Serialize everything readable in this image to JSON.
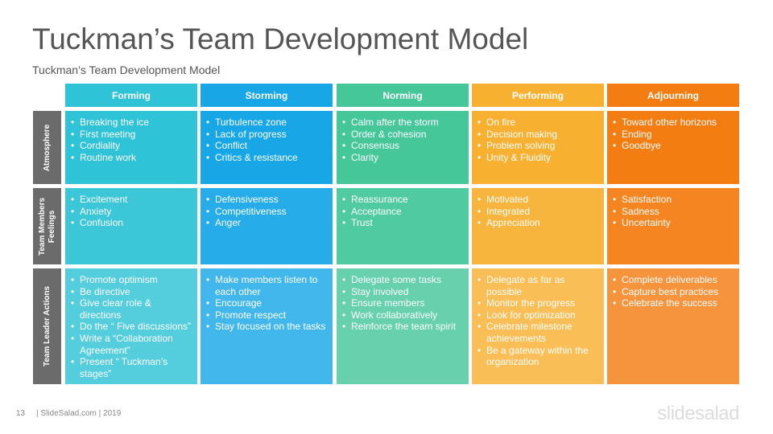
{
  "title": "Tuckman’s Team Development Model",
  "subtitle": "Tuckman’s Team Development Model",
  "columns": [
    {
      "label": "Forming",
      "color": "#2ec3d6"
    },
    {
      "label": "Storming",
      "color": "#18a7e6"
    },
    {
      "label": "Norming",
      "color": "#45c79a"
    },
    {
      "label": "Performing",
      "color": "#f8b031"
    },
    {
      "label": "Adjourning",
      "color": "#f47d12"
    }
  ],
  "rows": [
    {
      "label": "Atmosphere"
    },
    {
      "label_line1": "Team Members",
      "label_line2": "Feelings"
    },
    {
      "label": "Team Leader Actions"
    }
  ],
  "cells": [
    [
      [
        "Breaking the ice",
        "First meeting",
        "Cordiality",
        "Routine work"
      ],
      [
        "Turbulence zone",
        "Lack of progress",
        "Conflict",
        "Critics & resistance"
      ],
      [
        "Calm after the storm",
        "Order & cohesion",
        "Consensus",
        "Clarity"
      ],
      [
        "On fire",
        "Decision making",
        "Problem solving",
        "Unity & Fluidity"
      ],
      [
        "Toward other horizons",
        "Ending",
        "Goodbye"
      ]
    ],
    [
      [
        "Excitement",
        "Anxiety",
        "Confusion"
      ],
      [
        "Defensiveness",
        "Competitiveness",
        "Anger"
      ],
      [
        "Reassurance",
        "Acceptance",
        "Trust"
      ],
      [
        "Motivated",
        "Integrated",
        "Appreciation"
      ],
      [
        "Satisfaction",
        "Sadness",
        "Uncertainty"
      ]
    ],
    [
      [
        "Promote optimism",
        "Be directive",
        "Give clear role & directions",
        "Do the “ Five discussions”",
        "Write a “Collaboration Agreement”",
        "Present “ Tuckman’s stages”"
      ],
      [
        "Make members  listen to each other",
        "Encourage",
        "Promote respect",
        "Stay focused on the tasks"
      ],
      [
        "Delegate some tasks",
        "Stay involved",
        "Ensure members",
        "Work collaboratively",
        "Reinforce the team spirit"
      ],
      [
        "Delegate as far as possible",
        "Monitor the progress",
        "Look for optimization",
        "Celebrate milestone achievements",
        "Be a gateway within the organization"
      ],
      [
        "Complete deliverables",
        "Capture best practices",
        "Celebrate the success"
      ]
    ]
  ],
  "footer": {
    "page": "13",
    "text": "| SlideSalad.com | 2019"
  },
  "brand": "slidesalad"
}
